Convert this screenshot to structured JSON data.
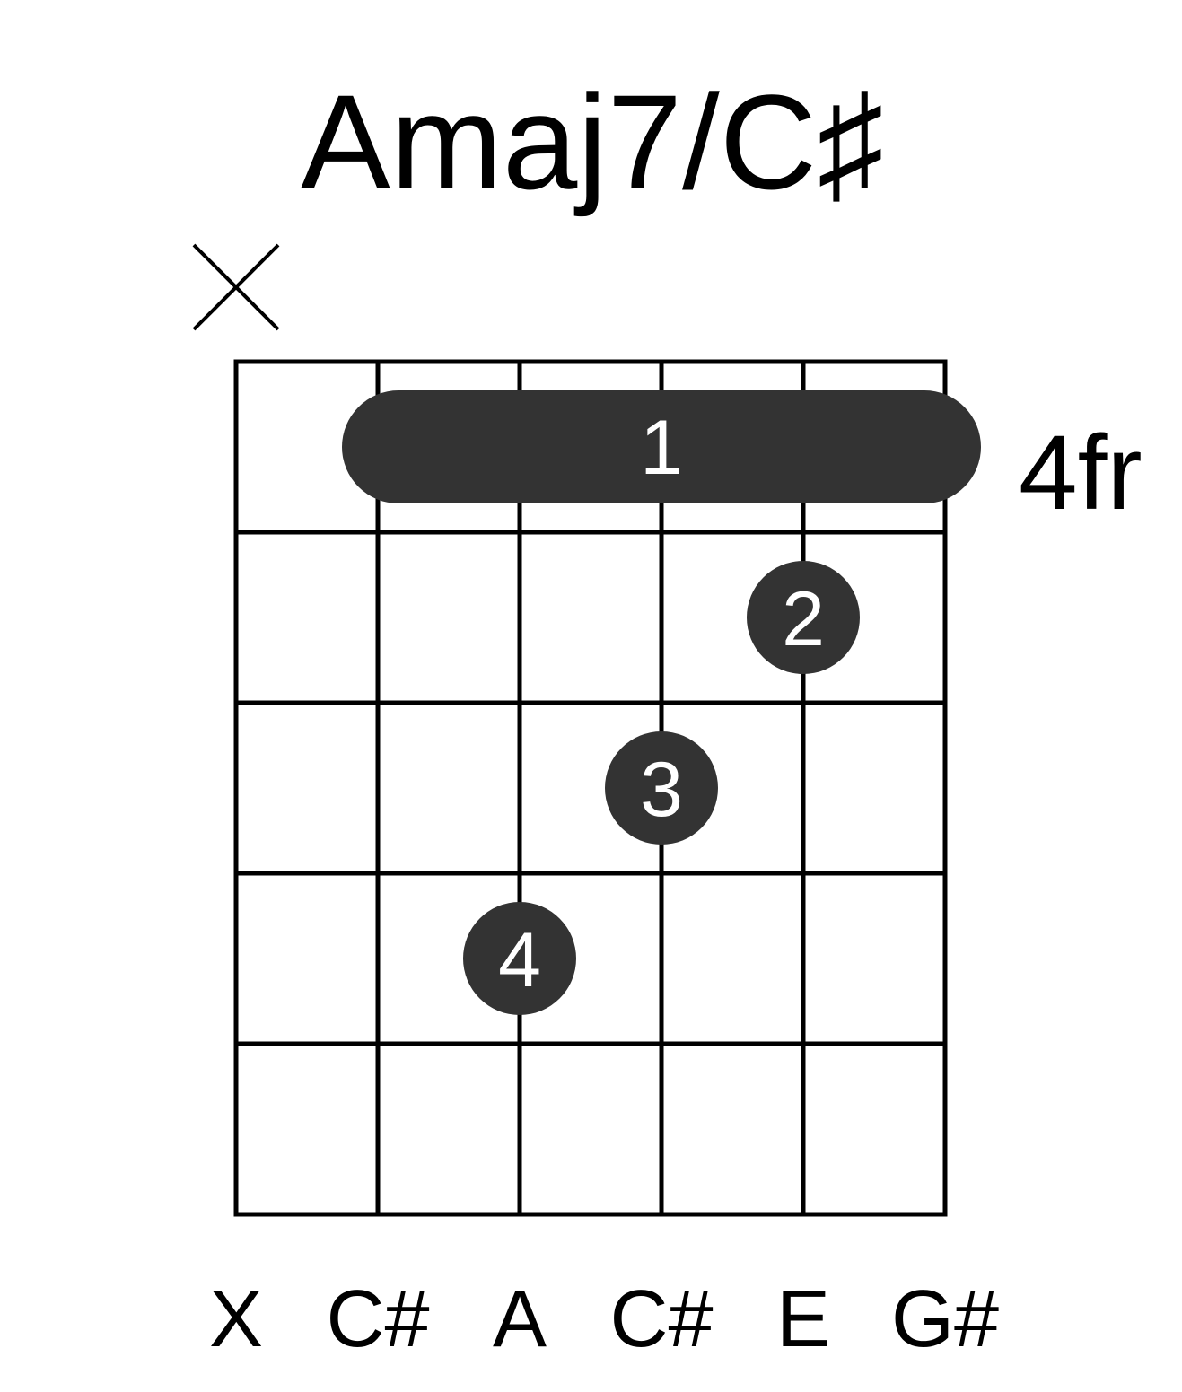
{
  "chord": {
    "name": "Amaj7/C♯",
    "base_fret_label": "4fr",
    "strings": 6,
    "frets_shown": 5,
    "muted_strings": [
      1
    ],
    "barre": {
      "fret": 1,
      "from_string": 2,
      "to_string": 6,
      "finger": "1"
    },
    "dots": [
      {
        "string": 5,
        "fret": 2,
        "finger": "2"
      },
      {
        "string": 4,
        "fret": 3,
        "finger": "3"
      },
      {
        "string": 3,
        "fret": 4,
        "finger": "4"
      }
    ],
    "notes": [
      "X",
      "C#",
      "A",
      "C#",
      "E",
      "G#"
    ]
  },
  "colors": {
    "grid": "#000000",
    "finger_fill": "#333333",
    "finger_text": "#ffffff"
  }
}
